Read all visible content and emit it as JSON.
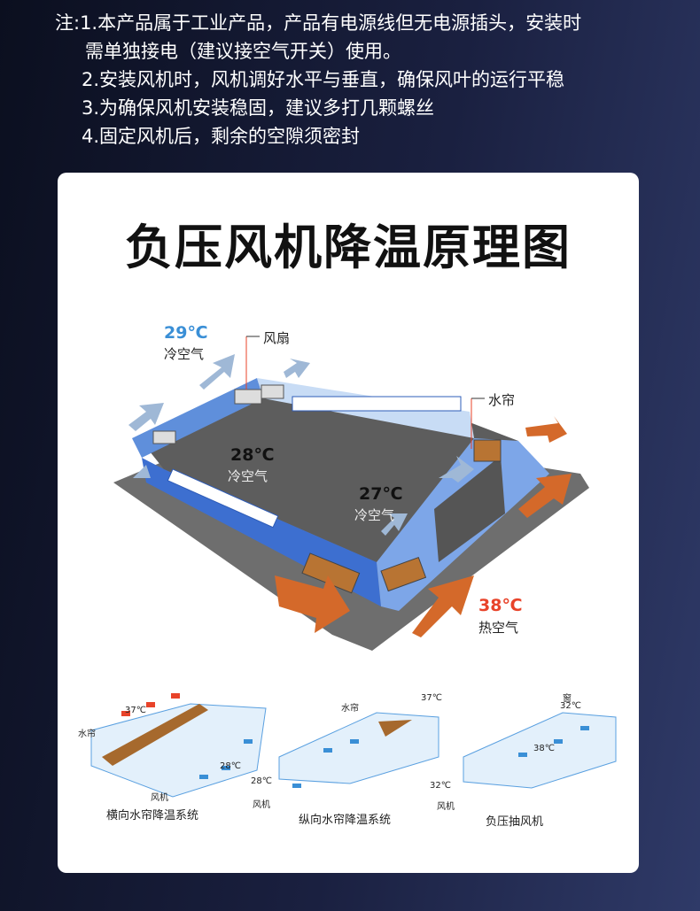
{
  "notes": {
    "line1": "注:1.本产品属于工业产品，产品有电源线但无电源插头，安装时",
    "line1b": "需单独接电（建议接空气开关）使用。",
    "line2": "2.安装风机时，风机调好水平与垂直，确保风叶的运行平稳",
    "line3": "3.为确保风机安装稳固，建议多打几颗螺丝",
    "line4": "4.固定风机后，剩余的空隙须密封"
  },
  "card": {
    "title": "负压风机降温原理图",
    "main_diagram": {
      "fan_label": "风扇",
      "curtain_label": "水帘",
      "t1": "29℃",
      "t1_label": "冷空气",
      "t2": "28℃",
      "t2_label": "冷空气",
      "t3": "27℃",
      "t3_label": "冷空气",
      "t4": "38℃",
      "t4_label": "热空气"
    },
    "small_diagrams": [
      {
        "caption": "横向水帘降温系统",
        "curtain": "水帘",
        "fan": "风机",
        "hot": "37℃",
        "cool": "28℃"
      },
      {
        "caption": "纵向水帘降温系统",
        "curtain": "水帘",
        "fan": "风机",
        "hot": "37℃",
        "cool": "28℃"
      },
      {
        "caption": "负压抽风机",
        "window": "窗",
        "fan": "风机",
        "t_window": "32℃",
        "t_inside": "38℃",
        "t_out": "32℃"
      }
    ]
  },
  "colors": {
    "hot": "#e8432a",
    "cold": "#3a8fd6",
    "wall": "#5b8fd8",
    "arrow_hot": "#d4692a"
  }
}
